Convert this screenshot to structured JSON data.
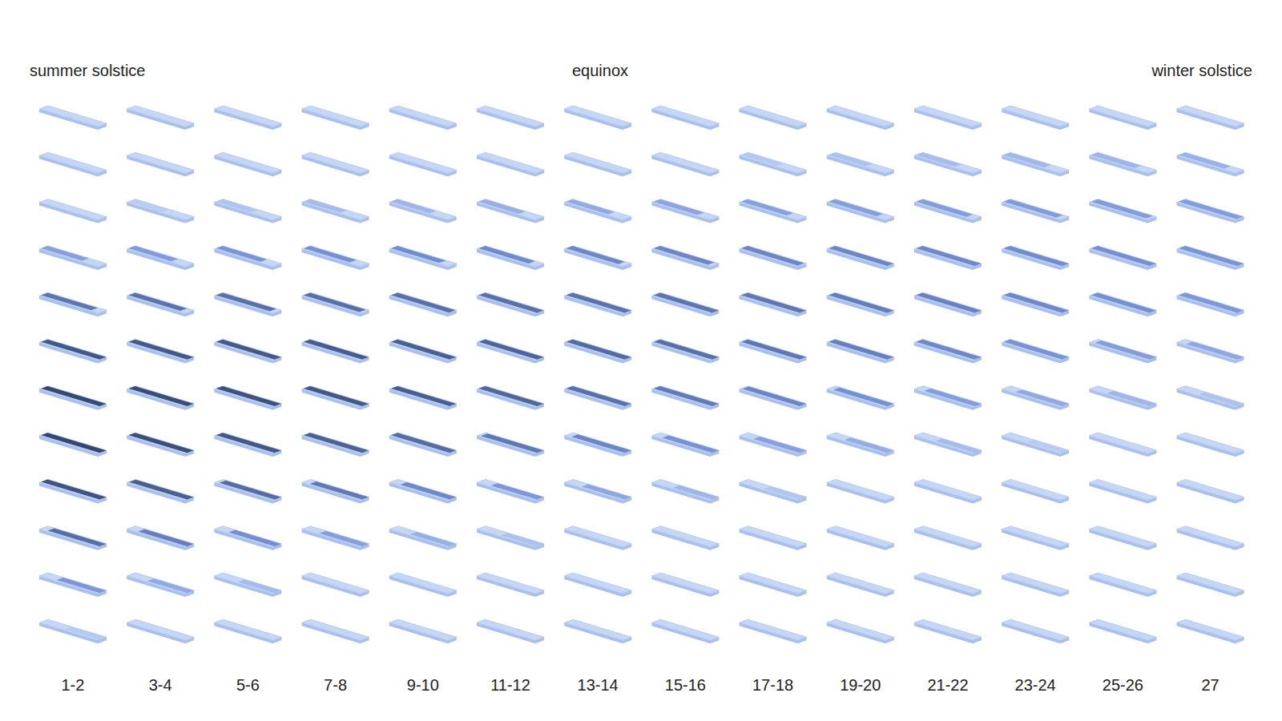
{
  "diagram": {
    "labels": [
      "summer solstice",
      "equinox",
      "winter solstice",
      "1-2",
      "3-4",
      "5-6",
      "7-8",
      "9-10",
      "11-12",
      "13-14",
      "15-16",
      "17-18",
      "19-20",
      "21-22",
      "23-24",
      "25-26",
      "27"
    ]
  }
}
